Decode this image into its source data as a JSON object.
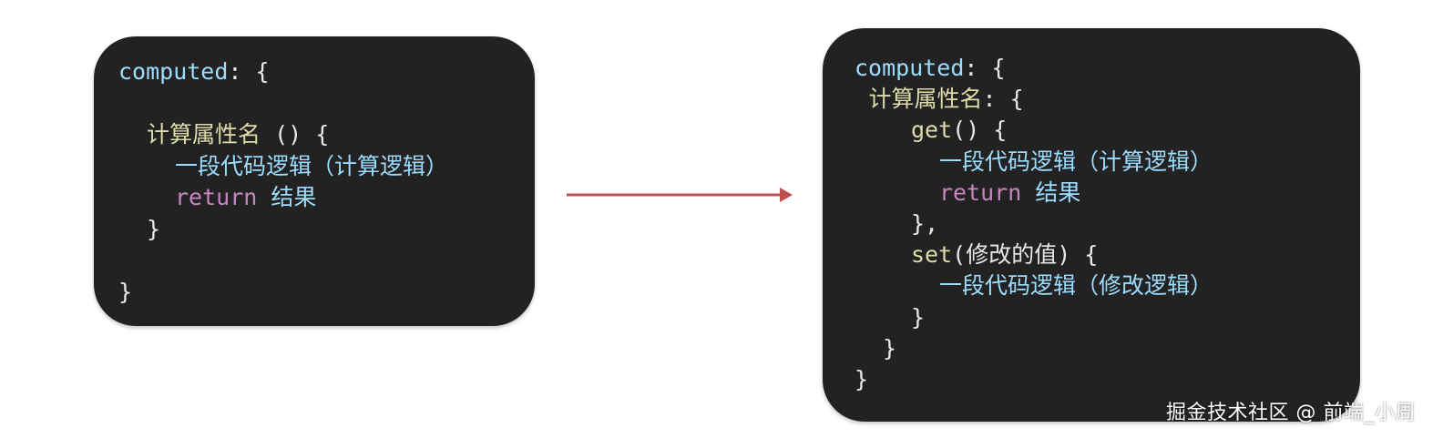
{
  "colors": {
    "card_background": "#222222",
    "key_color": "#9cdcfe",
    "name_color": "#dcdcaa",
    "return_color": "#c586c0",
    "arrow_color": "#c0504d"
  },
  "left_card": {
    "lines": [
      {
        "indent": 0,
        "parts": [
          {
            "t": "computed",
            "c": "blue"
          },
          {
            "t": ": {",
            "c": "punct"
          }
        ]
      },
      {
        "indent": 0,
        "parts": []
      },
      {
        "indent": 1,
        "parts": [
          {
            "t": "计算属性名",
            "c": "yellow"
          },
          {
            "t": " () {",
            "c": "punct"
          }
        ]
      },
      {
        "indent": 2,
        "parts": [
          {
            "t": "一段代码逻辑（计算逻辑）",
            "c": "text"
          }
        ]
      },
      {
        "indent": 2,
        "parts": [
          {
            "t": "return",
            "c": "pink"
          },
          {
            "t": " ",
            "c": "punct"
          },
          {
            "t": "结果",
            "c": "text"
          }
        ]
      },
      {
        "indent": 1,
        "parts": [
          {
            "t": "}",
            "c": "punct"
          }
        ]
      },
      {
        "indent": 0,
        "parts": []
      },
      {
        "indent": 0,
        "parts": [
          {
            "t": "}",
            "c": "punct"
          }
        ]
      }
    ]
  },
  "right_card": {
    "lines": [
      {
        "indent": 0,
        "parts": [
          {
            "t": "computed",
            "c": "blue"
          },
          {
            "t": ": {",
            "c": "punct"
          }
        ]
      },
      {
        "indent": 0.5,
        "parts": [
          {
            "t": "计算属性名",
            "c": "yellow"
          },
          {
            "t": ": {",
            "c": "punct"
          }
        ]
      },
      {
        "indent": 2,
        "parts": [
          {
            "t": "get",
            "c": "yellow"
          },
          {
            "t": "() {",
            "c": "punct"
          }
        ]
      },
      {
        "indent": 3,
        "parts": [
          {
            "t": "一段代码逻辑（计算逻辑）",
            "c": "text"
          }
        ]
      },
      {
        "indent": 3,
        "parts": [
          {
            "t": "return",
            "c": "pink"
          },
          {
            "t": " ",
            "c": "punct"
          },
          {
            "t": "结果",
            "c": "text"
          }
        ]
      },
      {
        "indent": 2,
        "parts": [
          {
            "t": "},",
            "c": "punct"
          }
        ]
      },
      {
        "indent": 2,
        "parts": [
          {
            "t": "set",
            "c": "yellow"
          },
          {
            "t": "(修改的值) {",
            "c": "punct"
          }
        ]
      },
      {
        "indent": 3,
        "parts": [
          {
            "t": "一段代码逻辑（修改逻辑）",
            "c": "text"
          }
        ]
      },
      {
        "indent": 2,
        "parts": [
          {
            "t": "}",
            "c": "punct"
          }
        ]
      },
      {
        "indent": 1,
        "parts": [
          {
            "t": "}",
            "c": "punct"
          }
        ]
      },
      {
        "indent": 0,
        "parts": [
          {
            "t": "}",
            "c": "punct"
          }
        ]
      }
    ]
  },
  "watermark": {
    "text": "掘金技术社区 @ 前端_小周"
  }
}
